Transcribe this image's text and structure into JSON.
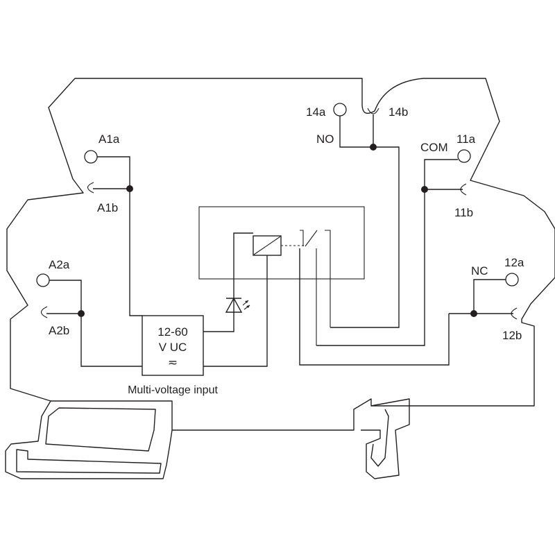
{
  "terminals": {
    "a1a": "A1a",
    "a1b": "A1b",
    "a2a": "A2a",
    "a2b": "A2b",
    "t14a": "14a",
    "t14b": "14b",
    "t11a": "11a",
    "t11b": "11b",
    "t12a": "12a",
    "t12b": "12b"
  },
  "contacts": {
    "no": "NO",
    "com": "COM",
    "nc": "NC"
  },
  "power_supply": {
    "line1": "12-60",
    "line2": "V UC",
    "line3": "≂",
    "caption": "Multi-voltage input"
  },
  "colors": {
    "line": "#231f20",
    "background": "#ffffff"
  },
  "icons": [
    "led-diode-icon",
    "relay-coil-icon",
    "changeover-contact-icon",
    "terminal-screw-icon",
    "din-rail-foot-icon"
  ]
}
